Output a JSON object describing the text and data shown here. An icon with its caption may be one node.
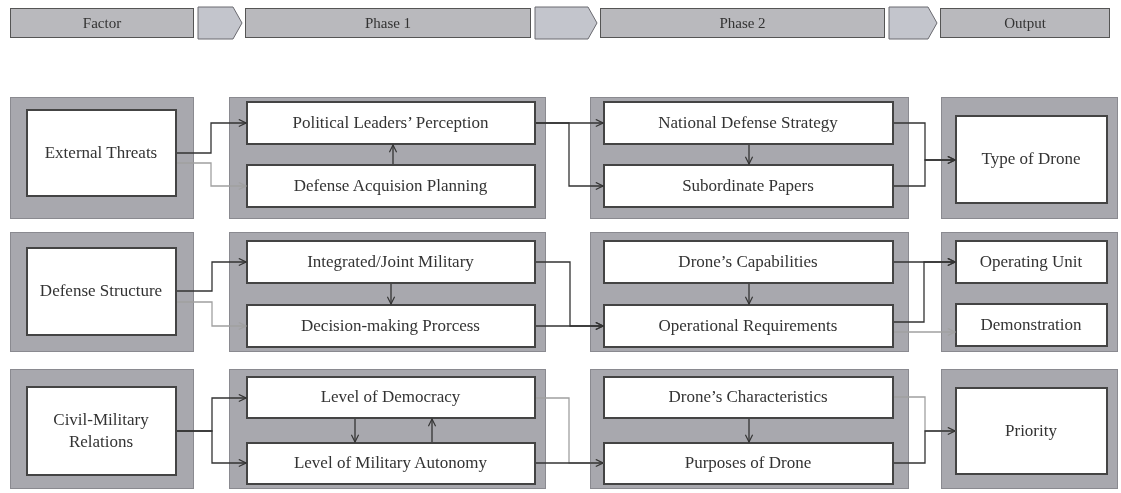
{
  "diagram": {
    "nodes": [
      {
        "text": [
          "Factor"
        ]
      },
      {
        "text": [
          "Phase 1"
        ]
      },
      {
        "text": [
          "Phase 2"
        ]
      },
      {
        "text": [
          "Output"
        ]
      },
      {
        "text": [],
        "shape": "box"
      },
      {
        "text": [
          "External Threats"
        ],
        "in": 4
      },
      {
        "text": [],
        "shape": "box"
      },
      {
        "text": [
          "Political Leaders’ Perception"
        ],
        "in": 6
      },
      {
        "text": [
          "Defense Acquision Planning"
        ],
        "in": 6
      },
      {
        "text": [],
        "shape": "box"
      },
      {
        "text": [
          "National Defense Strategy"
        ],
        "in": 9
      },
      {
        "text": [
          "Subordinate Papers"
        ],
        "in": 9
      },
      {
        "text": [],
        "shape": "box"
      },
      {
        "text": [
          "Type of Drone"
        ],
        "in": 12
      },
      {
        "text": [],
        "shape": "box"
      },
      {
        "text": [
          "Defense Structure"
        ],
        "in": 14
      },
      {
        "text": [],
        "shape": "box"
      },
      {
        "text": [
          "Integrated/Joint Military"
        ],
        "in": 16
      },
      {
        "text": [
          "Decision-making Prorcess"
        ],
        "in": 16
      },
      {
        "text": [],
        "shape": "box"
      },
      {
        "text": [
          "Drone’s Capabilities"
        ],
        "in": 19
      },
      {
        "text": [
          "Operational Requirements"
        ],
        "in": 19
      },
      {
        "text": [],
        "shape": "box"
      },
      {
        "text": [
          "Operating Unit"
        ],
        "in": 22
      },
      {
        "text": [
          "Demonstration"
        ],
        "in": 22
      },
      {
        "text": [],
        "shape": "box"
      },
      {
        "text": [
          "Civil-Military Relations"
        ],
        "in": 25
      },
      {
        "text": [],
        "shape": "box"
      },
      {
        "text": [
          "Level of Democracy"
        ],
        "in": 27
      },
      {
        "text": [
          "Level of Military Autonomy"
        ],
        "in": 27
      },
      {
        "text": [],
        "shape": "box"
      },
      {
        "text": [
          "Drone’s Characteristics"
        ],
        "in": 30
      },
      {
        "text": [
          "Purposes of Drone"
        ],
        "in": 30
      },
      {
        "text": [],
        "shape": "box"
      },
      {
        "text": [
          "Priority"
        ],
        "in": 33
      }
    ],
    "edges": [
      {
        "from": 0,
        "to": 1,
        "arrow": "to",
        "style": "thick"
      },
      {
        "from": 1,
        "to": 2,
        "arrow": "to",
        "style": "thick"
      },
      {
        "from": 2,
        "to": 3,
        "arrow": "to",
        "style": "thick"
      },
      {
        "from": 5,
        "to": 7,
        "arrow": "to"
      },
      {
        "from": 5,
        "to": 8,
        "arrow": "to",
        "color": "#a0a0a0"
      },
      {
        "from": 8,
        "to": 7,
        "arrow": "to"
      },
      {
        "from": 7,
        "to": 10,
        "arrow": "to"
      },
      {
        "from": 7,
        "to": 11,
        "arrow": "to"
      },
      {
        "from": 10,
        "to": 11,
        "arrow": "to"
      },
      {
        "from": 10,
        "to": 13,
        "arrow": "to"
      },
      {
        "from": 11,
        "to": 13,
        "arrow": "to"
      },
      {
        "from": 15,
        "to": 17,
        "arrow": "to"
      },
      {
        "from": 15,
        "to": 18,
        "arrow": "to",
        "color": "#a0a0a0"
      },
      {
        "from": 17,
        "to": 18,
        "arrow": "to"
      },
      {
        "from": 17,
        "to": 21,
        "arrow": "to"
      },
      {
        "from": 18,
        "to": 21,
        "arrow": "to"
      },
      {
        "from": 20,
        "to": 21,
        "arrow": "to"
      },
      {
        "from": 20,
        "to": 23,
        "arrow": "to"
      },
      {
        "from": 21,
        "to": 23,
        "arrow": "to"
      },
      {
        "from": 21,
        "to": 24,
        "arrow": "to",
        "color": "#a0a0a0"
      },
      {
        "from": 26,
        "to": 28,
        "arrow": "to"
      },
      {
        "from": 26,
        "to": 29,
        "arrow": "to"
      },
      {
        "from": 28,
        "to": 29,
        "arrow": "to"
      },
      {
        "from": 29,
        "to": 28,
        "arrow": "to"
      },
      {
        "from": 28,
        "to": 32,
        "arrow": "to",
        "color": "#a0a0a0"
      },
      {
        "from": 29,
        "to": 32,
        "arrow": "to"
      },
      {
        "from": 31,
        "to": 32,
        "arrow": "to"
      },
      {
        "from": 31,
        "to": 34,
        "arrow": "to",
        "color": "#a0a0a0"
      },
      {
        "from": 32,
        "to": 34,
        "arrow": "to"
      }
    ]
  }
}
